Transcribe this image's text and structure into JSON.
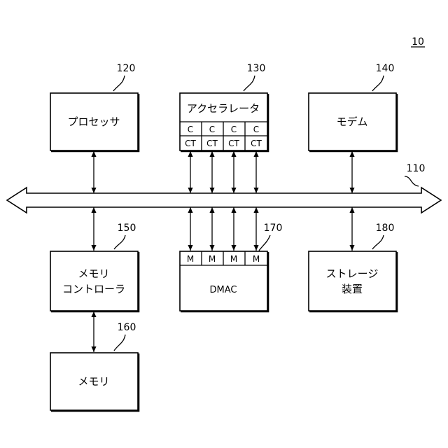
{
  "figure_ref": "10",
  "bus": {
    "ref": "110"
  },
  "blocks": {
    "processor": {
      "ref": "120",
      "label": "プロセッサ"
    },
    "accelerator": {
      "ref": "130",
      "label": "アクセラレータ",
      "cells_top": [
        "C",
        "C",
        "C",
        "C"
      ],
      "cells_bottom": [
        "CT",
        "CT",
        "CT",
        "CT"
      ]
    },
    "modem": {
      "ref": "140",
      "label": "モデム"
    },
    "memory_controller": {
      "ref": "150",
      "label_line1": "メモリ",
      "label_line2": "コントローラ"
    },
    "dmac": {
      "ref": "170",
      "label": "DMAC",
      "cells": [
        "M",
        "M",
        "M",
        "M"
      ]
    },
    "storage": {
      "ref": "180",
      "label_line1": "ストレージ",
      "label_line2": "装置"
    },
    "memory": {
      "ref": "160",
      "label": "メモリ"
    }
  }
}
